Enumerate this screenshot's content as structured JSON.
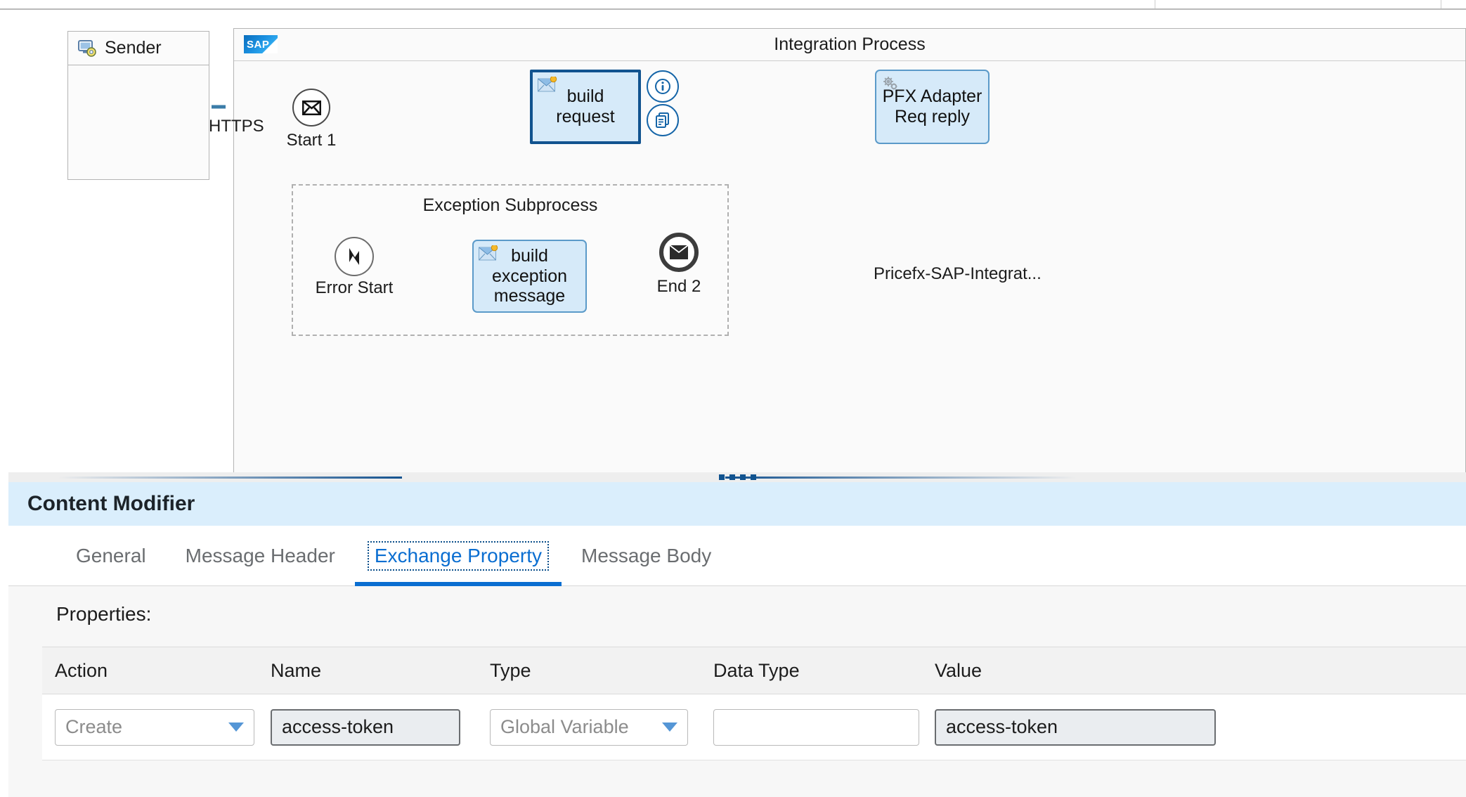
{
  "toolbar": {
    "divider_positions": [
      1643,
      2050
    ]
  },
  "diagram": {
    "sender": {
      "label": "Sender",
      "icon": "sender-system-icon"
    },
    "pool": {
      "title": "Integration Process",
      "logo": "sap-logo",
      "logo_text": "SAP"
    },
    "connections": [
      {
        "name": "https-connection",
        "label": "HTTPS",
        "style": "dashed"
      },
      {
        "name": "pricefx-connection",
        "label": "Pricefx-SAP-Integrat...",
        "style": "dashed"
      }
    ],
    "nodes": [
      {
        "id": "start1",
        "label": "Start 1",
        "type": "start-event",
        "icon": "envelope-icon"
      },
      {
        "id": "build-request",
        "label": "build request",
        "type": "content-modifier-task",
        "icon": "message-mapping-icon",
        "selected": true
      },
      {
        "id": "pfx-adapter",
        "label": "PFX Adapter\nReq reply",
        "label_line1": "PFX Adapter",
        "label_line2": "Req reply",
        "type": "request-reply-task",
        "icon": "gear-icon",
        "selected": false
      },
      {
        "id": "error-start",
        "label": "Error Start",
        "type": "error-start-event",
        "icon": "lightning-bolt-icon"
      },
      {
        "id": "build-exception-message",
        "label_line1": "build exception",
        "label_line2": "message",
        "type": "content-modifier-task",
        "icon": "message-mapping-icon"
      },
      {
        "id": "end2",
        "label": "End 2",
        "type": "end-event",
        "icon": "envelope-filled-icon"
      }
    ],
    "subprocess": {
      "title": "Exception Subprocess"
    },
    "badges": [
      {
        "name": "info-badge",
        "icon": "info-icon"
      },
      {
        "name": "copy-badge",
        "icon": "copy-icon"
      }
    ]
  },
  "panel": {
    "title": "Content Modifier",
    "tabs": [
      {
        "label": "General",
        "active": false
      },
      {
        "label": "Message Header",
        "active": false
      },
      {
        "label": "Exchange Property",
        "active": true
      },
      {
        "label": "Message Body",
        "active": false
      }
    ],
    "properties_label": "Properties:",
    "table": {
      "columns": [
        "Action",
        "Name",
        "Type",
        "Data Type",
        "Value"
      ],
      "rows": [
        {
          "action": {
            "value": "Create",
            "is_placeholder": true,
            "control": "select"
          },
          "name": {
            "value": "access-token",
            "is_placeholder": false,
            "control": "input",
            "focused": true
          },
          "type": {
            "value": "Global Variable",
            "is_placeholder": true,
            "control": "select"
          },
          "data_type": {
            "value": "",
            "is_placeholder": false,
            "control": "input"
          },
          "value": {
            "value": "access-token",
            "is_placeholder": false,
            "control": "input",
            "focused": true
          }
        }
      ]
    }
  },
  "colors": {
    "accent": "#0a6ed1",
    "header_band": "#daeefc",
    "task_fill": "#d6eaf9",
    "task_border": "#5b9ac9",
    "selected_border": "#11538f",
    "wire": "#3b7ca8"
  }
}
